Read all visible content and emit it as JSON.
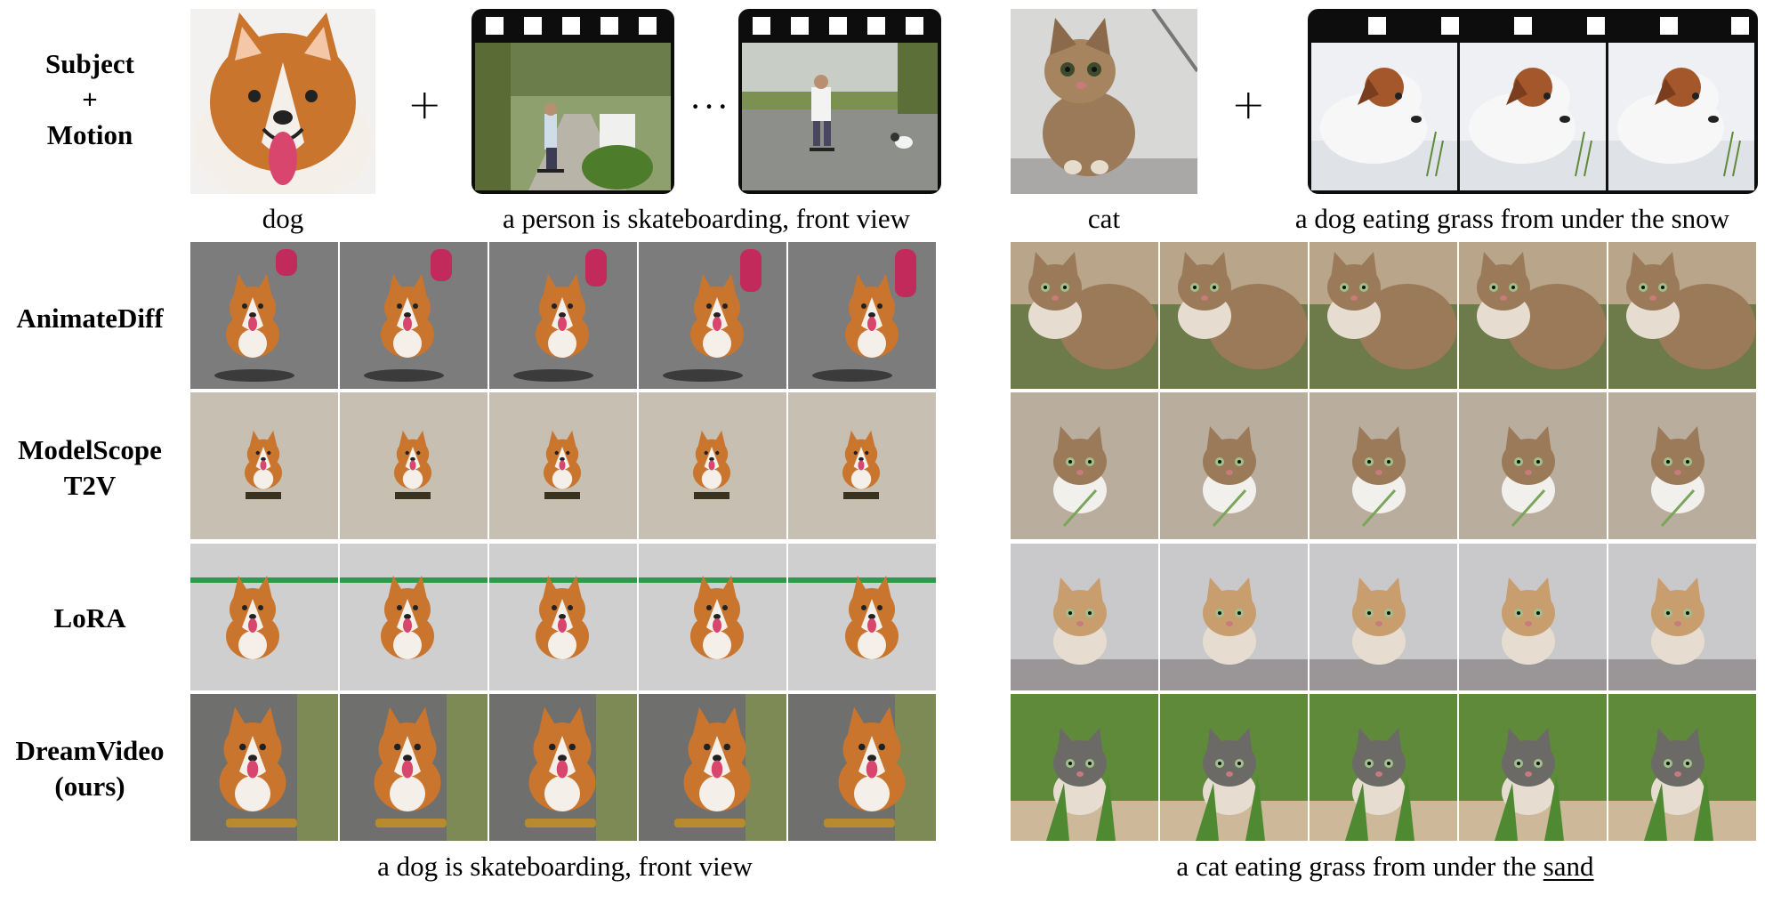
{
  "header_label": {
    "lines": [
      "Subject",
      "+",
      "Motion"
    ]
  },
  "left_example": {
    "subject_caption": "dog",
    "motion_caption": "a person is skateboarding, front view",
    "result_caption": "a dog is skateboarding, front view",
    "ellipsis": "···",
    "plus": "+"
  },
  "right_example": {
    "subject_caption": "cat",
    "motion_caption": "a dog eating grass from under the snow",
    "result_caption_prefix": "a cat eating grass from under the ",
    "result_caption_underlined": "sand",
    "plus": "+"
  },
  "methods": [
    {
      "lines": [
        "AnimateDiff"
      ]
    },
    {
      "lines": [
        "ModelScope",
        "T2V"
      ]
    },
    {
      "lines": [
        "LoRA"
      ]
    },
    {
      "lines": [
        "DreamVideo",
        "(ours)"
      ]
    }
  ],
  "colors": {
    "dog_fur": "#c9752d",
    "dog_white": "#f4efe8",
    "cat_fur": "#9a7a58",
    "asphalt": "#7d7c7d",
    "grass": "#4f8a32",
    "sand": "#b9ad9e",
    "snow": "#eef0f3",
    "skateboard_pink": "#c22a5c"
  }
}
